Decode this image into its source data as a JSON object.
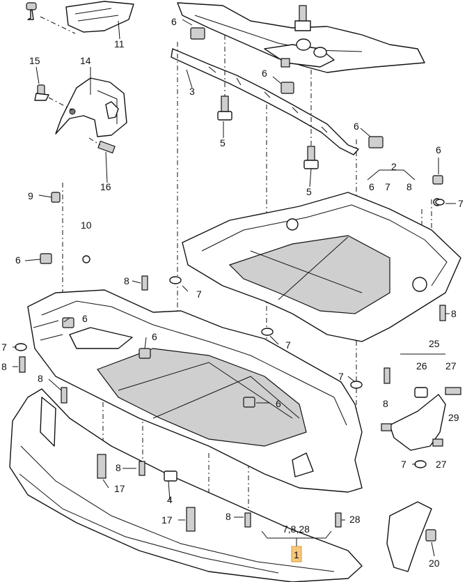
{
  "diagram": {
    "callouts": [
      {
        "id": "c-11",
        "text": "11"
      },
      {
        "id": "c-6a",
        "text": "6"
      },
      {
        "id": "c-15",
        "text": "15"
      },
      {
        "id": "c-14",
        "text": "14"
      },
      {
        "id": "c-3",
        "text": "3"
      },
      {
        "id": "c-6b",
        "text": "6"
      },
      {
        "id": "c-5a",
        "text": "5"
      },
      {
        "id": "c-6c",
        "text": "6"
      },
      {
        "id": "c-16",
        "text": "16"
      },
      {
        "id": "c-2",
        "text": "2"
      },
      {
        "id": "c-6d",
        "text": "6"
      },
      {
        "id": "c-6e",
        "text": "6"
      },
      {
        "id": "c-7top",
        "text": "7"
      },
      {
        "id": "c-8top",
        "text": "8"
      },
      {
        "id": "c-5b",
        "text": "5"
      },
      {
        "id": "c-9",
        "text": "9"
      },
      {
        "id": "c-7a",
        "text": "7"
      },
      {
        "id": "c-10",
        "text": "10"
      },
      {
        "id": "c-6f",
        "text": "6"
      },
      {
        "id": "c-8a",
        "text": "8"
      },
      {
        "id": "c-7b",
        "text": "7"
      },
      {
        "id": "c-6g",
        "text": "6"
      },
      {
        "id": "c-8b",
        "text": "8"
      },
      {
        "id": "c-7c",
        "text": "7"
      },
      {
        "id": "c-8c",
        "text": "8"
      },
      {
        "id": "c-6h",
        "text": "6"
      },
      {
        "id": "c-7d",
        "text": "7"
      },
      {
        "id": "c-25",
        "text": "25"
      },
      {
        "id": "c-26",
        "text": "26"
      },
      {
        "id": "c-27a",
        "text": "27"
      },
      {
        "id": "c-8d",
        "text": "8"
      },
      {
        "id": "c-8e",
        "text": "8"
      },
      {
        "id": "c-7e",
        "text": "7"
      },
      {
        "id": "c-29",
        "text": "29"
      },
      {
        "id": "c-6i",
        "text": "6"
      },
      {
        "id": "c-8f",
        "text": "8"
      },
      {
        "id": "c-17a",
        "text": "17"
      },
      {
        "id": "c-4",
        "text": "4"
      },
      {
        "id": "c-7f",
        "text": "7"
      },
      {
        "id": "c-27b",
        "text": "27"
      },
      {
        "id": "c-8g",
        "text": "8"
      },
      {
        "id": "c-28",
        "text": "28"
      },
      {
        "id": "c-17b",
        "text": "17"
      },
      {
        "id": "c-78-28",
        "text": "7,8,28"
      },
      {
        "id": "c-1",
        "text": "1"
      },
      {
        "id": "c-20",
        "text": "20"
      }
    ]
  }
}
